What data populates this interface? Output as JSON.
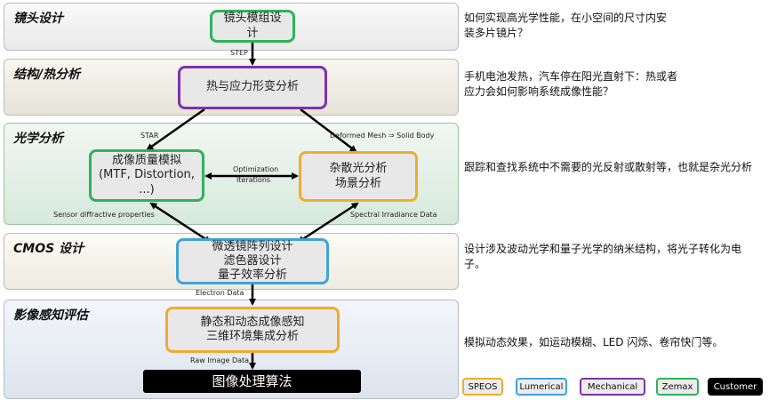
{
  "stages": {
    "lens": "镜头设计",
    "structure": "结构/热分析",
    "optics": "光学分析",
    "cmos": "CMOS 设计",
    "perception": "影像感知评估"
  },
  "boxes": {
    "lens_module": "镜头模组设\n计",
    "thermal": "热与应力形变分析",
    "image_quality": "成像质量模拟\n(MTF, Distortion, ...)",
    "stray_light": "杂散光分析\n场景分析",
    "cmos": "微透镜阵列设计\n滤色器设计\n量子效率分析",
    "perception": "静态和动态成像感知\n三维环境集成分析",
    "algorithm": "图像处理算法"
  },
  "labels": {
    "step": "STEP",
    "star": "STAR",
    "deformed": "Deformed Mesh ⇒ Solid Body",
    "optimization": "Optimization",
    "iterations": "Iterations",
    "sensor": "Sensor diffractive properties",
    "spectral": "Spectral Irradiance Data",
    "electron": "Electron Data",
    "raw": "Raw Image Data"
  },
  "notes": {
    "lens": "如何实现高光学性能，在小空间的尺寸内安装多片镜片？",
    "structure": "手机电池发热，汽车停在阳光直射下：热或者应力会如何影响系统成像性能？",
    "optics": "跟踪和查找系统中不需要的光反射或散射等，也就是杂光分析",
    "cmos": "设计涉及波动光学和量子光学的纳米结构，将光子转化为电子。",
    "perception": "模拟动态效果，如运动模糊、LED 闪烁、卷帘快门等。"
  },
  "legend": [
    "SPEOS",
    "Lumerical",
    "Mechanical",
    "Zemax",
    "Customer"
  ],
  "colors": {
    "speos": "#f0ac2e",
    "lumerical": "#3fa2dc",
    "mechanical": "#7e33a8",
    "zemax": "#2db35a",
    "customer": "#000000",
    "optics_bg": "#e3efe6",
    "stage_bg": "#f2f2f2"
  }
}
